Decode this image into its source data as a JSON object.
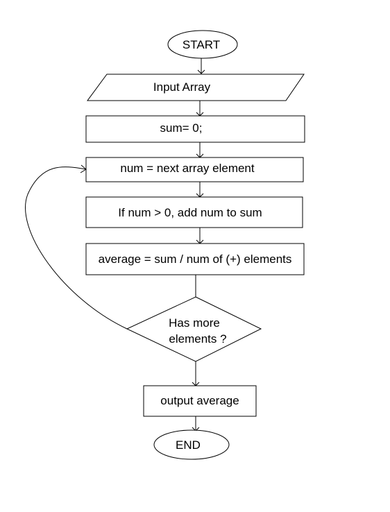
{
  "flowchart": {
    "start": {
      "label": "START"
    },
    "input_array": {
      "label": "Input Array"
    },
    "init_sum": {
      "label": "sum= 0;"
    },
    "next_element": {
      "label": "num = next array element"
    },
    "add_positive": {
      "label": "If num > 0, add num to sum"
    },
    "compute_average": {
      "label": "average = sum / num of (+) elements"
    },
    "has_more": {
      "line1": "Has more",
      "line2": "elements ?"
    },
    "output_average": {
      "label": "output average"
    },
    "end": {
      "label": "END"
    }
  }
}
